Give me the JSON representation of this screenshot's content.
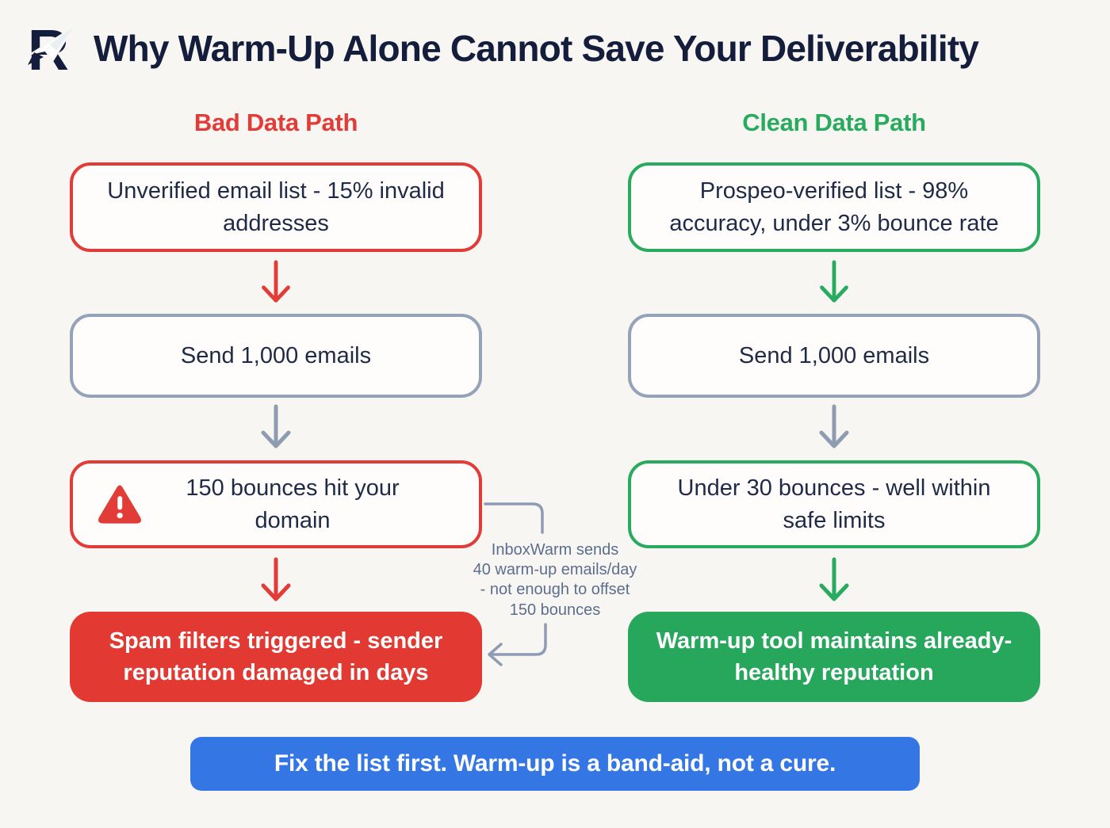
{
  "header": {
    "title": "Why Warm-Up Alone Cannot Save Your Deliverability",
    "logo_letter": "R"
  },
  "columns": [
    {
      "heading": "Bad Data Path",
      "steps": [
        {
          "text": "Unverified email list - 15% invalid addresses"
        },
        {
          "text": "Send 1,000 emails"
        },
        {
          "text": "150 bounces hit your domain",
          "icon": "warning-triangle"
        },
        {
          "text": "Spam filters triggered - sender reputation damaged in days"
        }
      ]
    },
    {
      "heading": "Clean Data Path",
      "steps": [
        {
          "text": "Prospeo-verified list - 98% accuracy, under 3% bounce rate"
        },
        {
          "text": "Send 1,000 emails"
        },
        {
          "text": "Under 30 bounces - well within safe limits"
        },
        {
          "text": "Warm-up tool maintains already-healthy reputation"
        }
      ]
    }
  ],
  "annotation": {
    "lines": [
      "InboxWarm sends",
      "40 warm-up emails/day",
      "- not enough to offset",
      "150 bounces"
    ]
  },
  "footer": {
    "text": "Fix the list first. Warm-up is a band-aid, not a cure."
  },
  "icons": {
    "warning": "warning-triangle-icon",
    "logo": "r-paper-plane-logo"
  },
  "colors": {
    "background": "#f8f6f2",
    "navy_text": "#1d2947",
    "title_navy": "#141e3c",
    "red": "#e23c38",
    "red_fill": "#e23a32",
    "green": "#29ab5f",
    "green_fill": "#27a75c",
    "slate_gray": "#8e9cb3",
    "annotation_gray": "#5c6e8e",
    "banner_blue": "#3477e4",
    "box_fill": "#fefdfb"
  }
}
